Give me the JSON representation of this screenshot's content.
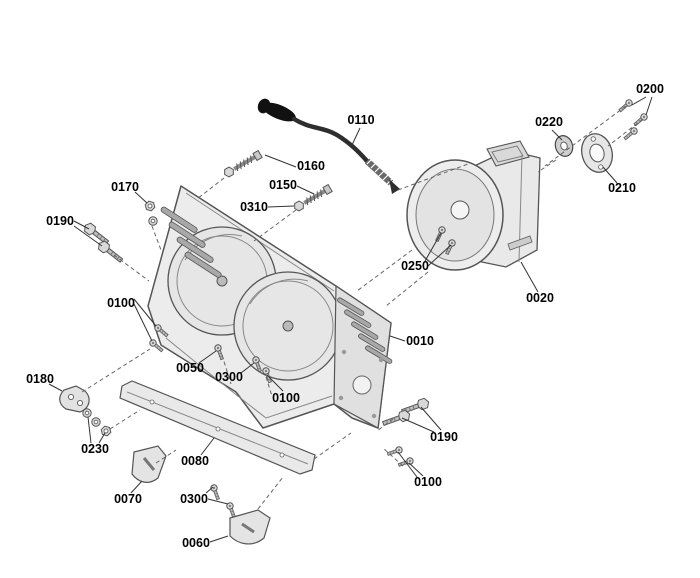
{
  "figure": {
    "kind": "exploded-parts-diagram",
    "background_color": "#ffffff",
    "line_color": "#555555",
    "label_color": "#000000"
  },
  "labels": [
    {
      "id": "label-0200",
      "text": "0200"
    },
    {
      "id": "label-0110",
      "text": "0110"
    },
    {
      "id": "label-0220",
      "text": "0220"
    },
    {
      "id": "label-0160",
      "text": "0160"
    },
    {
      "id": "label-0150",
      "text": "0150"
    },
    {
      "id": "label-0170",
      "text": "0170"
    },
    {
      "id": "label-0210",
      "text": "0210"
    },
    {
      "id": "label-0310",
      "text": "0310"
    },
    {
      "id": "label-0190-left",
      "text": "0190"
    },
    {
      "id": "label-0250",
      "text": "0250"
    },
    {
      "id": "label-0020",
      "text": "0020"
    },
    {
      "id": "label-0100-left",
      "text": "0100"
    },
    {
      "id": "label-0010",
      "text": "0010"
    },
    {
      "id": "label-0050",
      "text": "0050"
    },
    {
      "id": "label-0300-upper",
      "text": "0300"
    },
    {
      "id": "label-0180",
      "text": "0180"
    },
    {
      "id": "label-0100-center",
      "text": "0100"
    },
    {
      "id": "label-0190-right",
      "text": "0190"
    },
    {
      "id": "label-0230",
      "text": "0230"
    },
    {
      "id": "label-0080",
      "text": "0080"
    },
    {
      "id": "label-0100-right",
      "text": "0100"
    },
    {
      "id": "label-0070",
      "text": "0070"
    },
    {
      "id": "label-0300-lower",
      "text": "0300"
    },
    {
      "id": "label-0060",
      "text": "0060"
    }
  ]
}
